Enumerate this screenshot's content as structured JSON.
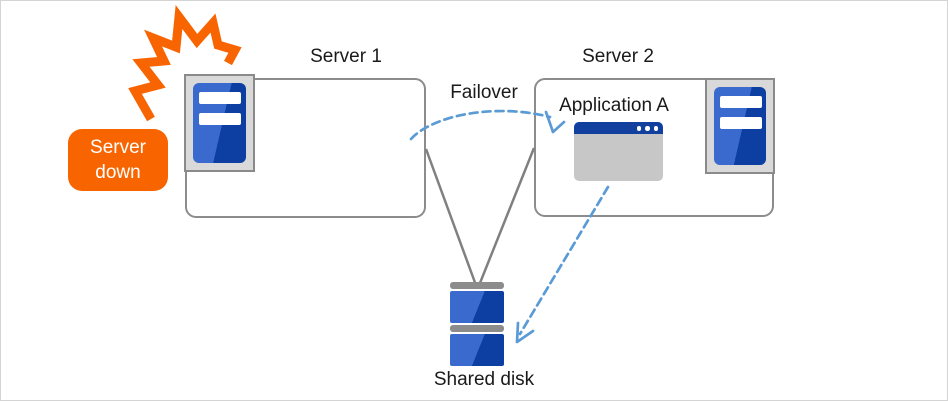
{
  "labels": {
    "server1": "Server 1",
    "server2": "Server 2",
    "failover": "Failover",
    "application": "Application A",
    "server_down_line1": "Server",
    "server_down_line2": "down",
    "shared_disk": "Shared disk"
  },
  "colors": {
    "accent_orange": "#f86500",
    "blue_light": "#3a6ace",
    "blue_dark": "#0d3fa3",
    "titlebar_blue": "#11409f",
    "arrow_blue": "#5b9bd5",
    "line_gray": "#808080",
    "box_border_gray": "#8c8c8c",
    "bezel_gray": "#d9d9d9",
    "bezel_border": "#8a8a8a",
    "window_gray": "#c7c7c7",
    "disk_bar_gray": "#8c8c8c",
    "text_color": "#1a1a1a",
    "frame_gray": "#d4d4d4"
  },
  "icons": {
    "crash": "crash-burst-icon",
    "server": "server-tower-icon",
    "app_window": "application-window-icon",
    "disk": "disk-stack-icon"
  }
}
